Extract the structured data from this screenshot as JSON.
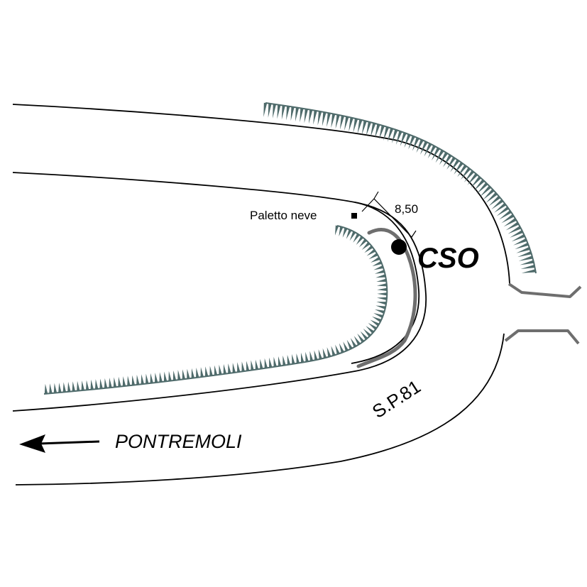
{
  "labels": {
    "paletto": "Paletto neve",
    "distance": "8,50",
    "station": "CSO",
    "road": "S.P.81",
    "direction": "PONTREMOLI"
  },
  "colors": {
    "road_edge": "#000000",
    "ditch": "#4f6b6b",
    "guardrail": "#6e6e6e",
    "culvert": "#6e6e6e",
    "station_marker": "#000000"
  },
  "icons": {
    "direction_arrow": "arrow-left-icon",
    "station_marker": "filled-circle-icon",
    "snow_pole_marker": "filled-square-icon"
  }
}
